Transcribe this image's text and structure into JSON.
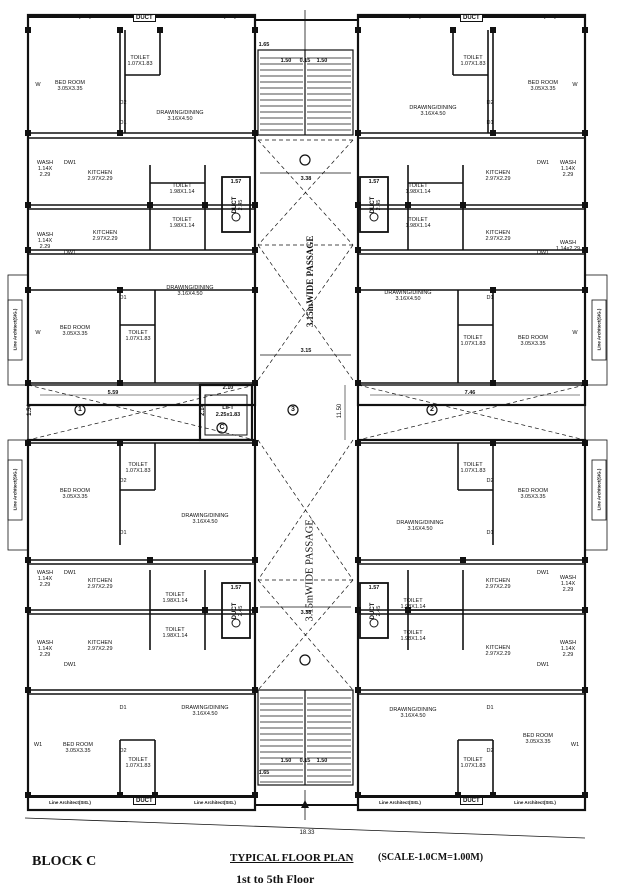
{
  "footer": {
    "block": "BLOCK C",
    "title": "TYPICAL FLOOR PLAN",
    "scale": "(SCALE-1.0CM=1.00M)",
    "floors": "1st to 5th Floor",
    "overall_width": "18.33"
  },
  "passage": {
    "vertical_label": "3.15mWIDE PASSAGE",
    "width_label": "3.15",
    "height_label": "11.50",
    "stair_width": "3.38",
    "stair_flight_left": "1.50",
    "stair_gap": "0.15",
    "stair_flight_right": "1.50",
    "stair_depth": "1.65"
  },
  "lift": {
    "label": "LIFT",
    "size": "2.25x1.83",
    "width": "2.10",
    "depth": "2.14",
    "marker": "C"
  },
  "corridors": {
    "left_length": "5.59",
    "left_depth": "1.54",
    "left_marker": "1",
    "right_length": "7.46",
    "right_marker": "2",
    "center_marker": "3"
  },
  "duct": {
    "label": "DUCT",
    "w": "1.57",
    "h": "2.45"
  },
  "setback": "Line Architect(SIG.)",
  "rooms": [
    {
      "name": "BED ROOM",
      "size": "3.05X3.35"
    },
    {
      "name": "TOILET",
      "size": "1.07X1.83"
    },
    {
      "name": "DRAWING/DINING",
      "size": "3.16X4.50"
    },
    {
      "name": "KITCHEN",
      "size": "2.97X2.29"
    },
    {
      "name": "WASH",
      "size": "1.14X\n2.29"
    },
    {
      "name": "TOILET",
      "size": "1.98X1.14"
    },
    {
      "name": "WASH",
      "size": "1.14x2.29"
    }
  ],
  "openings": {
    "door": "D",
    "door_main": "D1",
    "door_toilet": "D2",
    "window": "W",
    "window_1": "W1",
    "door_wash": "DW1"
  }
}
